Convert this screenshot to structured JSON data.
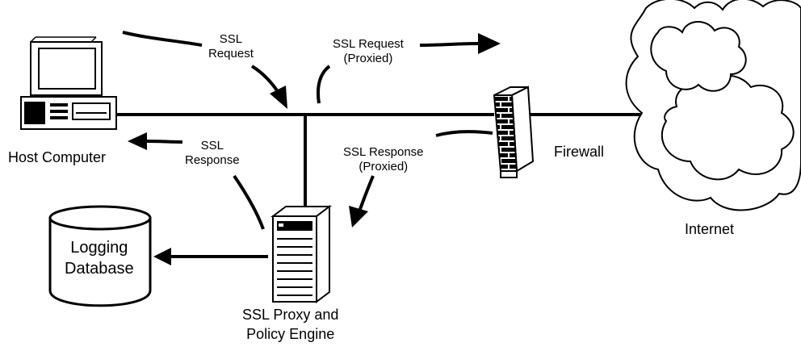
{
  "nodes": {
    "host_computer": "Host Computer",
    "firewall": "Firewall",
    "internet": "Internet",
    "proxy_line1": "SSL Proxy and",
    "proxy_line2": "Policy Engine",
    "db_line1": "Logging",
    "db_line2": "Database"
  },
  "flows": {
    "ssl_request_line1": "SSL",
    "ssl_request_line2": "Request",
    "ssl_request_proxied_line1": "SSL Request",
    "ssl_request_proxied_line2": "(Proxied)",
    "ssl_response_line1": "SSL",
    "ssl_response_line2": "Response",
    "ssl_response_proxied_line1": "SSL Response",
    "ssl_response_proxied_line2": "(Proxied)"
  }
}
